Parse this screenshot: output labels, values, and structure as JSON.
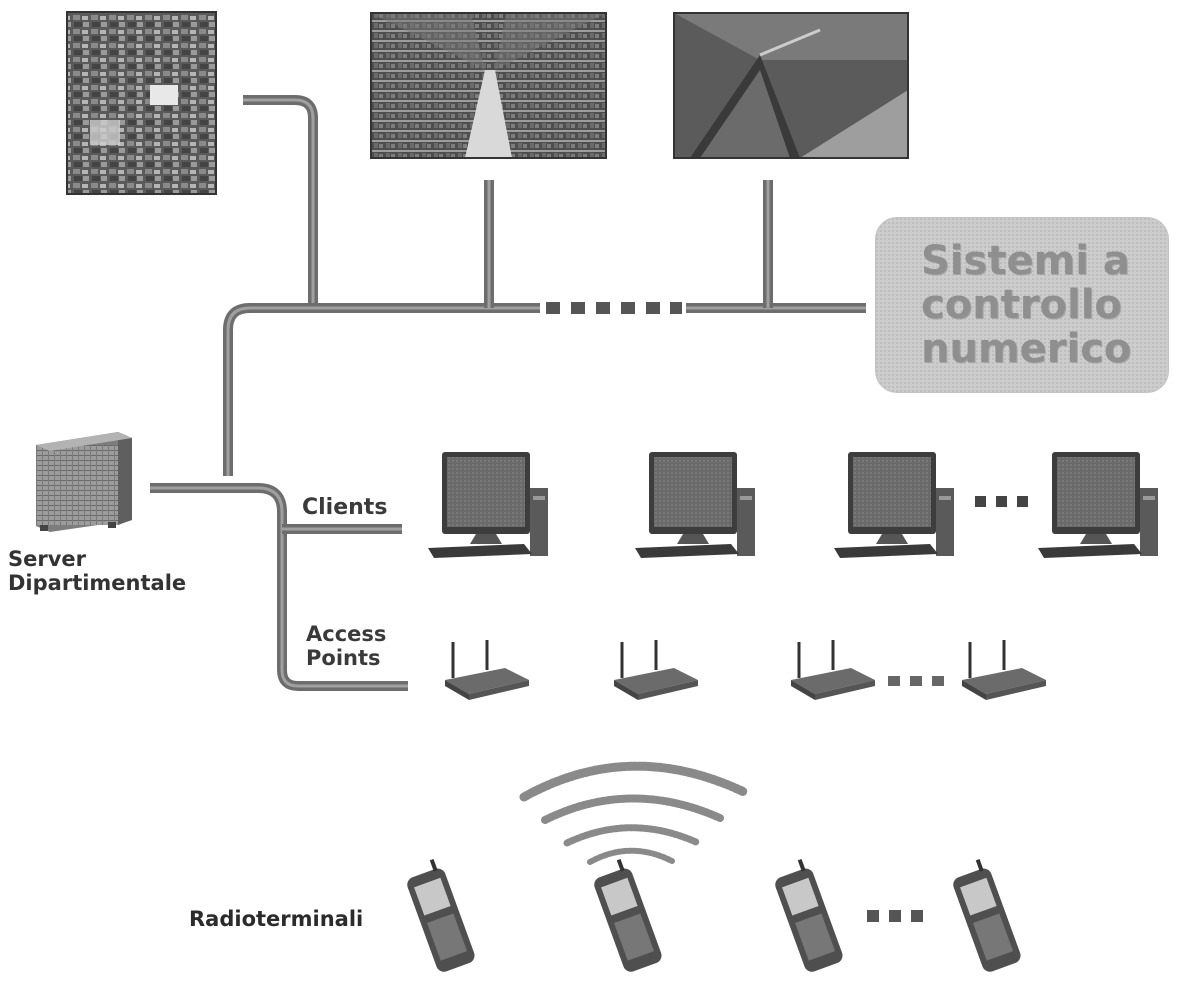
{
  "labels": {
    "callout_lines": [
      "Sistemi a",
      "controllo",
      "numerico"
    ],
    "clients": "Clients",
    "access_points_lines": [
      "Access",
      "Points"
    ],
    "server_lines": [
      "Server",
      "Dipartimentale"
    ],
    "radioterminals": "Radioterminali"
  },
  "icons": {
    "photos": [
      "warehouse-rack-photo",
      "warehouse-aisle-photo",
      "automated-crane-photo"
    ],
    "server": "server-tower-icon",
    "client": "desktop-computer-icon",
    "access_point": "wireless-router-icon",
    "waves": "radio-waves-icon",
    "radioterminal": "handheld-terminal-icon",
    "ellipsis": "ellipsis-dots-icon"
  },
  "colors": {
    "bus": "#6d6d6d",
    "bus_highlight": "#9a9a9a",
    "callout_bg": "#cdcdcd",
    "callout_text": "#8f8f8f",
    "text": "#2a2a2a"
  }
}
